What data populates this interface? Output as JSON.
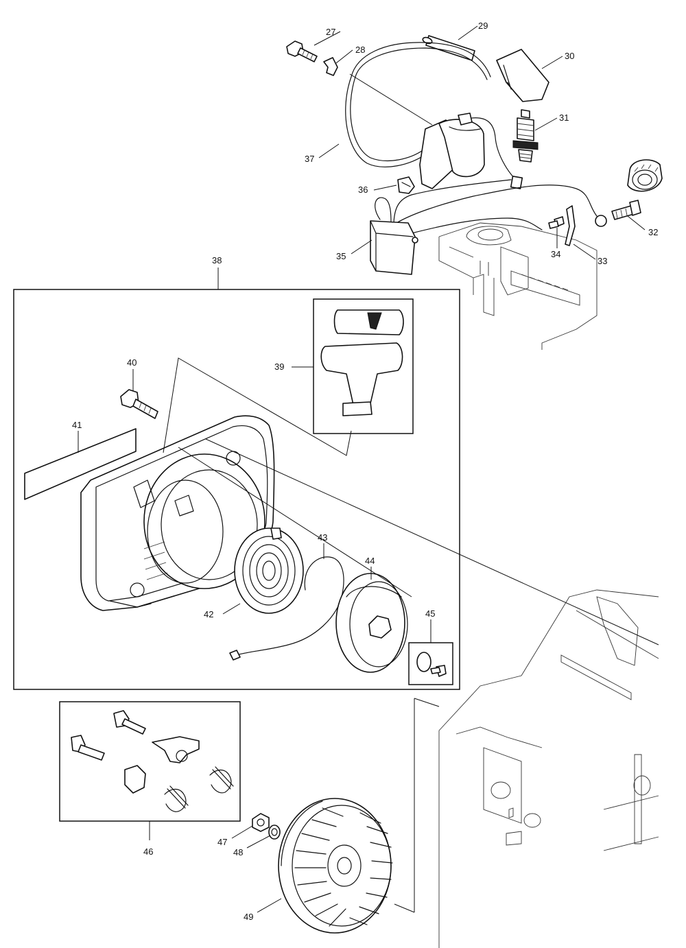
{
  "labels": {
    "p27": "27",
    "p28": "28",
    "p29": "29",
    "p30": "30",
    "p31": "31",
    "p32": "32",
    "p33": "33",
    "p34": "34",
    "p35": "35",
    "p36": "36",
    "p37": "37",
    "p38": "38",
    "p39": "39",
    "p40": "40",
    "p41": "41",
    "p42": "42",
    "p43": "43",
    "p44": "44",
    "p45": "45",
    "p46": "46",
    "p47": "47",
    "p48": "48",
    "p49": "49"
  }
}
